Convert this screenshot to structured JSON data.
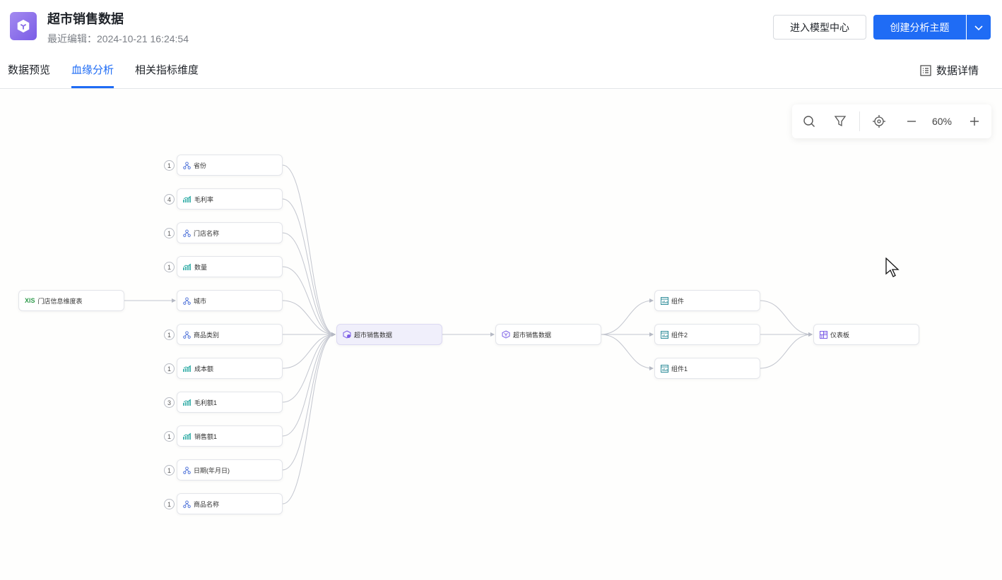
{
  "header": {
    "title": "超市销售数据",
    "subtitle": "最近编辑：2024-10-21 16:24:54",
    "logo_icon": "cube-icon",
    "enter_model_center": "进入模型中心",
    "create_topic": "创建分析主题"
  },
  "tabs": [
    {
      "label": "数据预览",
      "active": false
    },
    {
      "label": "血缘分析",
      "active": true
    },
    {
      "label": "相关指标维度",
      "active": false
    }
  ],
  "data_details": "数据详情",
  "toolbar": {
    "zoom": "60%"
  },
  "colors": {
    "primary": "#1f6cf5",
    "dimension_icon": "#4a6fd8",
    "metric_icon": "#22a7a0",
    "model_icon": "#7a5ce6",
    "excel_icon": "#2e9a4b"
  },
  "graph": {
    "source": {
      "label": "门店信息维度表",
      "icon": "xls-icon"
    },
    "fields": [
      {
        "label": "省份",
        "type": "dimension",
        "count": "1"
      },
      {
        "label": "毛利率",
        "type": "metric",
        "count": "4"
      },
      {
        "label": "门店名称",
        "type": "dimension",
        "count": "1"
      },
      {
        "label": "数量",
        "type": "metric",
        "count": "1"
      },
      {
        "label": "城市",
        "type": "dimension",
        "count": null
      },
      {
        "label": "商品类别",
        "type": "dimension",
        "count": "1"
      },
      {
        "label": "成本额",
        "type": "metric",
        "count": "1"
      },
      {
        "label": "毛利额1",
        "type": "metric",
        "count": "3"
      },
      {
        "label": "销售额1",
        "type": "metric",
        "count": "1"
      },
      {
        "label": "日期(年月日)",
        "type": "dimension",
        "count": "1"
      },
      {
        "label": "商品名称",
        "type": "dimension",
        "count": "1"
      }
    ],
    "dataset": {
      "label": "超市销售数据",
      "icon": "dataset-icon"
    },
    "model": {
      "label": "超市销售数据",
      "icon": "model-icon"
    },
    "components": [
      {
        "label": "组件"
      },
      {
        "label": "组件2"
      },
      {
        "label": "组件1"
      }
    ],
    "dashboard": {
      "label": "仪表板",
      "icon": "dashboard-icon"
    }
  }
}
